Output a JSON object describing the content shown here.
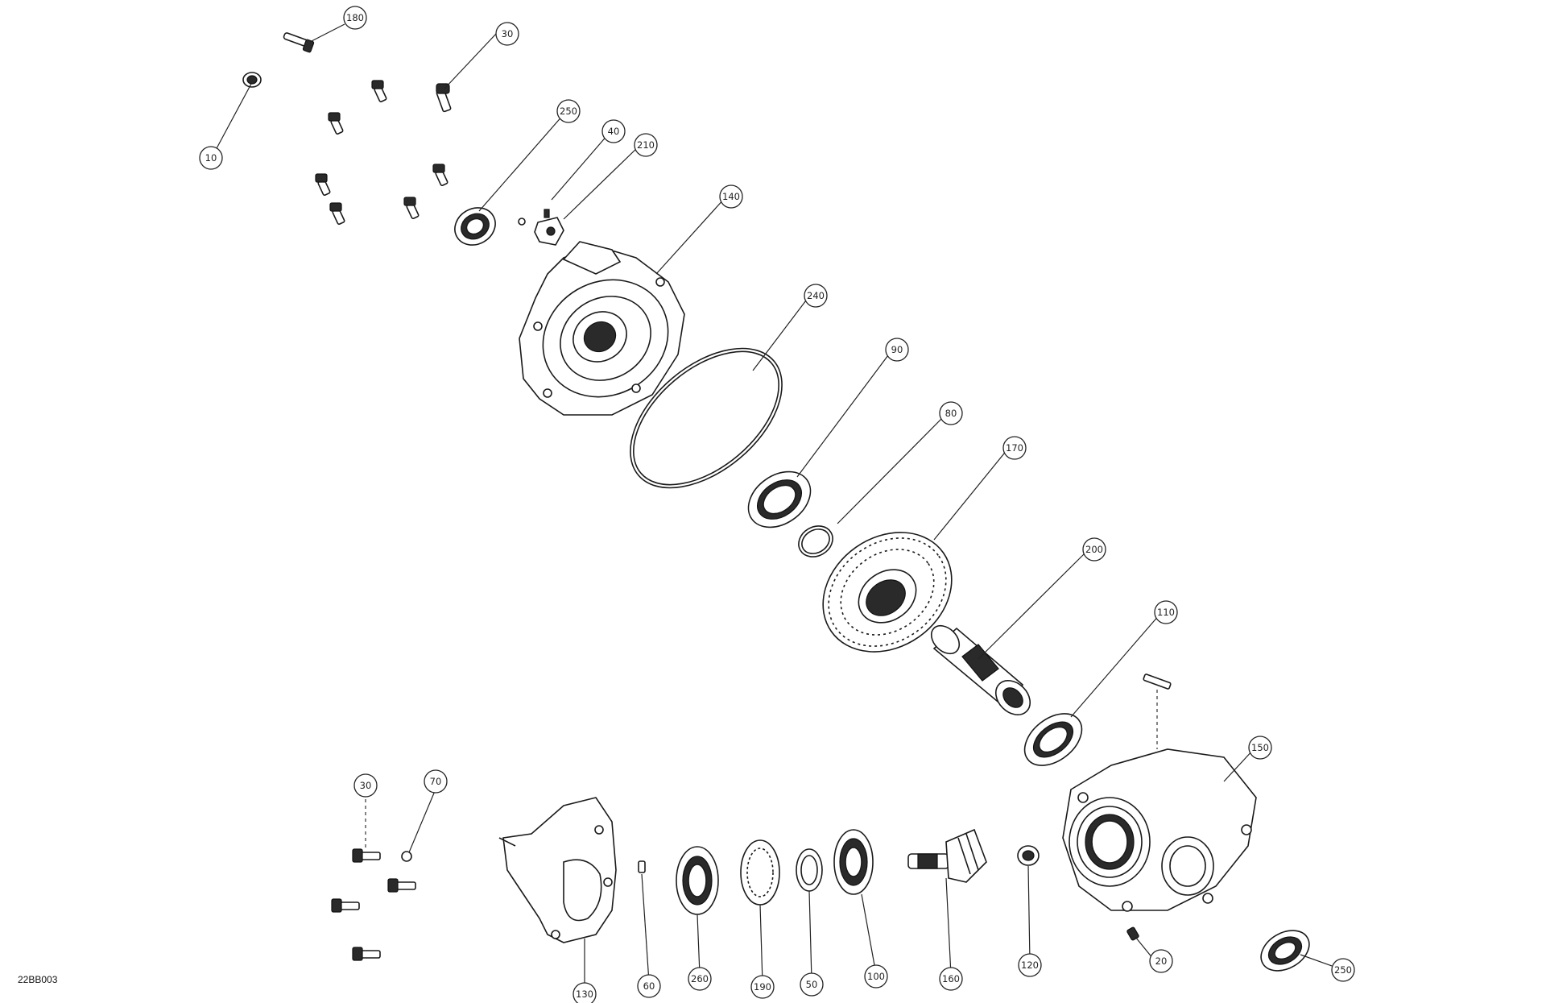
{
  "diagram_id": "22BB003",
  "callouts": [
    {
      "label": "180"
    },
    {
      "label": "30"
    },
    {
      "label": "10"
    },
    {
      "label": "250"
    },
    {
      "label": "40"
    },
    {
      "label": "210"
    },
    {
      "label": "140"
    },
    {
      "label": "240"
    },
    {
      "label": "90"
    },
    {
      "label": "80"
    },
    {
      "label": "170"
    },
    {
      "label": "200"
    },
    {
      "label": "110"
    },
    {
      "label": "150"
    },
    {
      "label": "30"
    },
    {
      "label": "70"
    },
    {
      "label": "130"
    },
    {
      "label": "60"
    },
    {
      "label": "260"
    },
    {
      "label": "190"
    },
    {
      "label": "50"
    },
    {
      "label": "100"
    },
    {
      "label": "160"
    },
    {
      "label": "120"
    },
    {
      "label": "20"
    },
    {
      "label": "250"
    }
  ]
}
